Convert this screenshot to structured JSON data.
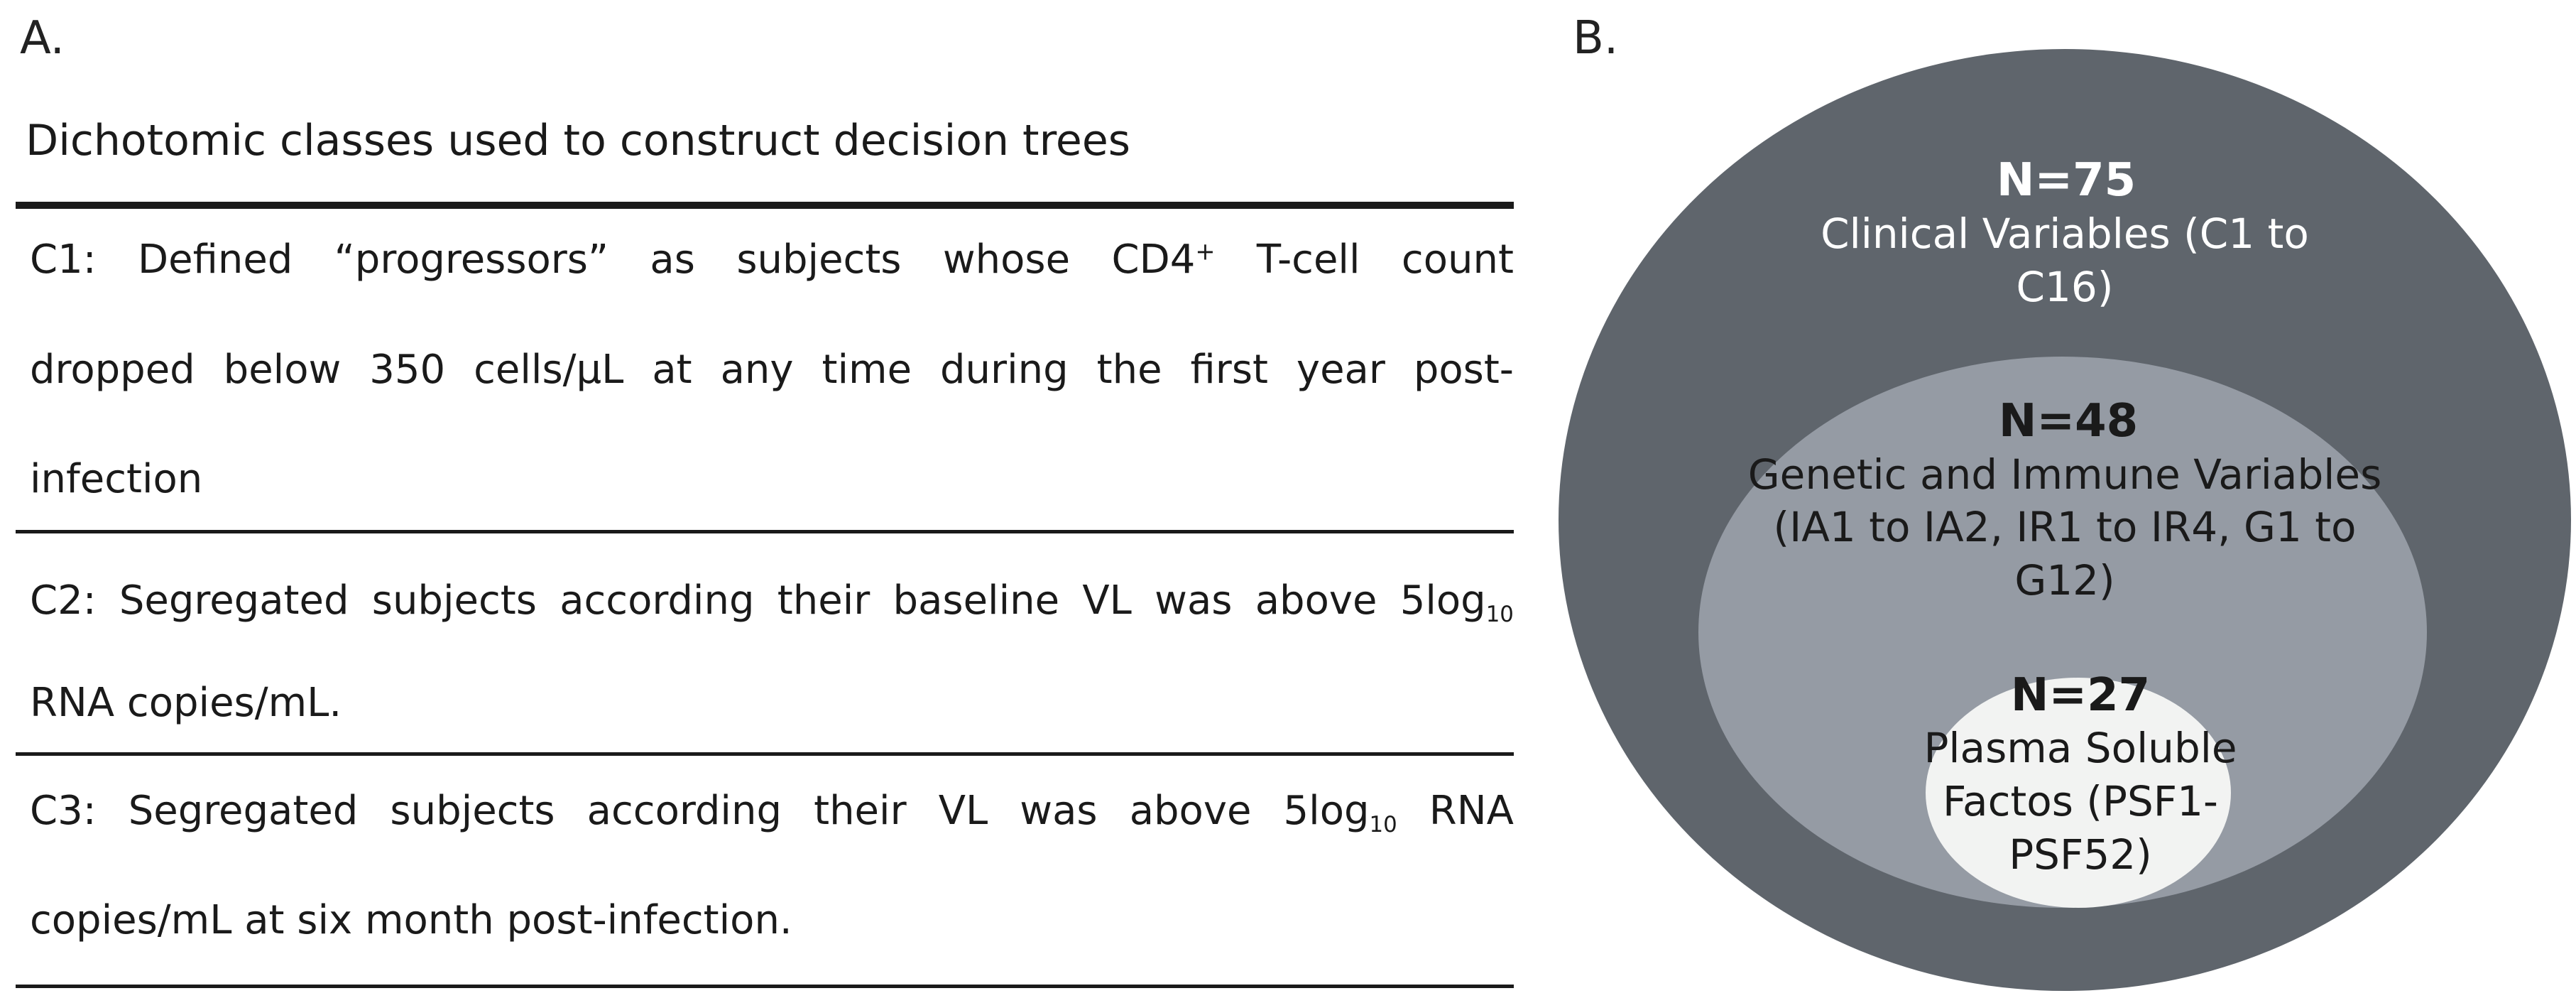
{
  "panel_a": {
    "label": "A.",
    "title": "Dichotomic classes used to construct decision trees",
    "rows": [
      {
        "lines": [
          [
            "C1:",
            "Defined",
            "“progressors”",
            "as",
            "subjects",
            "whose",
            "CD4⁺",
            "T-cell",
            "count"
          ],
          [
            "dropped",
            "below",
            "350",
            "cells/μL",
            "at",
            "any",
            "time",
            "during",
            "the",
            "first",
            "year",
            "post-"
          ],
          [
            "infection"
          ]
        ]
      },
      {
        "lines": [
          [
            "C2:",
            "Segregated",
            "subjects",
            "according",
            "their",
            "baseline",
            "VL",
            "was",
            "above",
            "5log₁₀"
          ],
          [
            "RNA copies/mL."
          ]
        ]
      },
      {
        "lines": [
          [
            "C3:",
            "Segregated",
            "subjects",
            "according",
            "their",
            "VL",
            "was",
            "above",
            "5log₁₀",
            "RNA"
          ],
          [
            "copies/mL at six month post-infection."
          ]
        ]
      }
    ]
  },
  "panel_b": {
    "label": "B.",
    "colors": {
      "outer": "#5f656c",
      "middle": "#959ba4",
      "inner": "#f2f3f2",
      "outer_text": "#ffffff",
      "dark_text": "#1a1a1a"
    },
    "outer": {
      "count": "N=75",
      "lines": [
        "Clinical Variables (C1 to",
        "C16)"
      ]
    },
    "middle": {
      "count": "N=48",
      "lines": [
        "Genetic and Immune Variables",
        "(IA1 to IA2, IR1 to IR4, G1 to",
        "G12)"
      ]
    },
    "inner": {
      "count": "N=27",
      "lines": [
        "Plasma Soluble",
        "Factos (PSF1-",
        "PSF52)"
      ]
    }
  }
}
